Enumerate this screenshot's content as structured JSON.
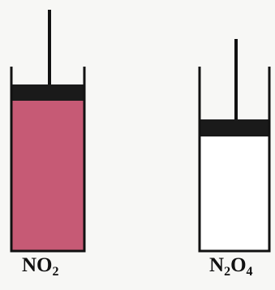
{
  "cylinders": [
    {
      "id": "left",
      "formula": {
        "symbol_a": "NO",
        "sub_a": "2",
        "symbol_b": "",
        "sub_b": ""
      },
      "gas_color": "#c65a75",
      "filled": true
    },
    {
      "id": "right",
      "formula": {
        "symbol_a": "N",
        "sub_a": "2",
        "symbol_b": "O",
        "sub_b": "4"
      },
      "gas_color": "#ffffff",
      "filled": false
    }
  ],
  "colors": {
    "outline": "#111111",
    "piston": "#1a1a1a",
    "background": "#f7f7f5"
  }
}
